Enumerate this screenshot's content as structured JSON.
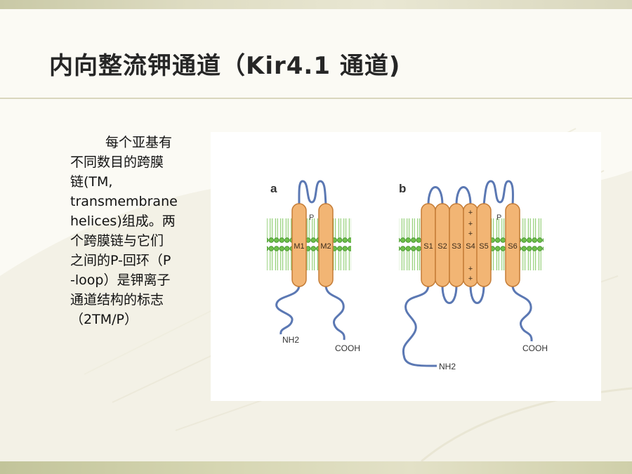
{
  "slide": {
    "title": "内向整流钾通道（Kir4.1 通道)",
    "body_lines": [
      "每个亚基有",
      "不同数目的跨膜",
      "链(TM,",
      "transmembrane",
      "helices)组成。两",
      "个跨膜链与它们",
      "之间的P-回环（P",
      "-loop）是钾离子",
      "通道结构的标志",
      "（2TM/P）"
    ]
  },
  "diagram": {
    "panel_a": {
      "label": "a",
      "helices": [
        "M1",
        "M2"
      ],
      "loop_label": "P",
      "n_term": "NH2",
      "c_term": "COOH"
    },
    "panel_b": {
      "label": "b",
      "helices": [
        "S1",
        "S2",
        "S3",
        "S4",
        "S5",
        "S6"
      ],
      "s4_charges": "+",
      "loop_label": "P",
      "n_term": "NH2",
      "c_term": "COOH"
    },
    "colors": {
      "helix_fill": "#f2b574",
      "helix_stroke": "#c57d37",
      "membrane_green": "#6fbf4a",
      "chain_blue": "#5b78b3"
    }
  }
}
